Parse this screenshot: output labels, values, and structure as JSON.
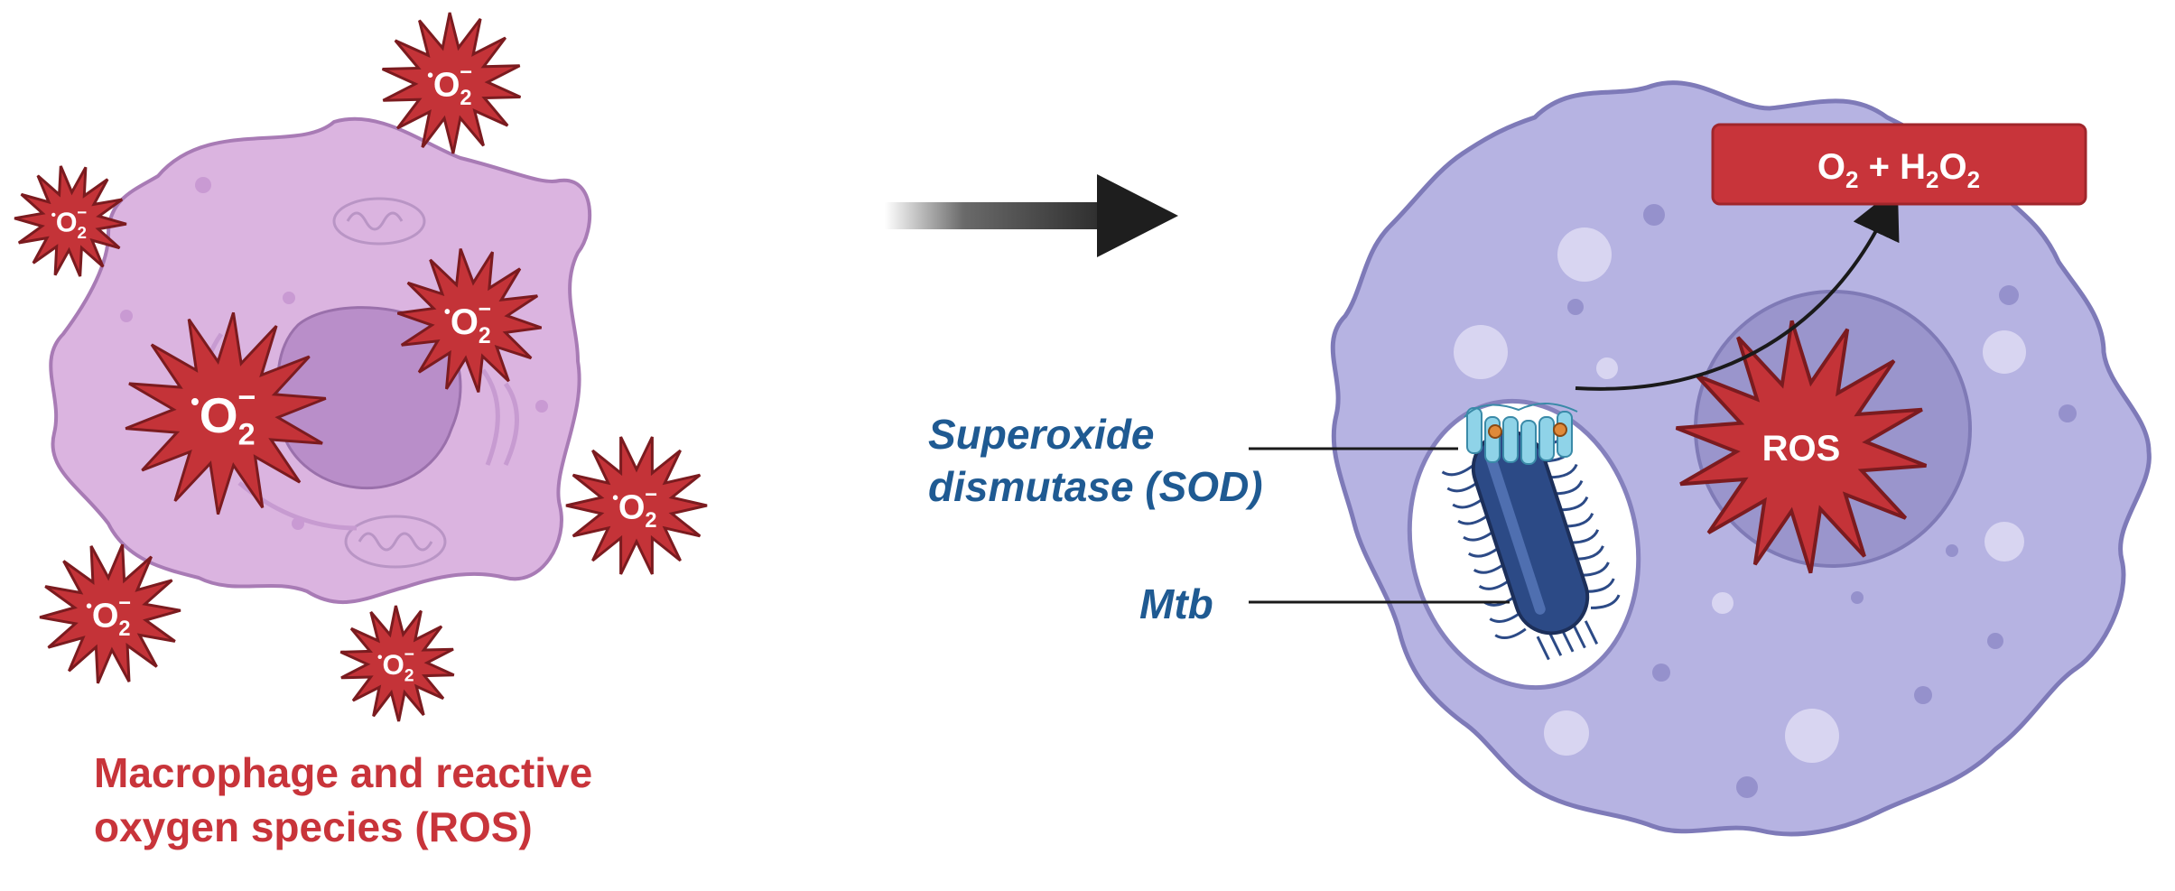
{
  "superoxide_symbol": {
    "radical_dot": "•",
    "element": "O",
    "subscript": "2",
    "charge": "−"
  },
  "labels": {
    "caption_line1": "Macrophage and reactive",
    "caption_line2": "oxygen species (ROS)",
    "sod_line1": "Superoxide",
    "sod_line2": "dismutase (SOD)",
    "mtb": "Mtb",
    "ros": "ROS",
    "product": {
      "o": "O",
      "sub2": "2",
      "plus": " + H",
      "sub2b": "2",
      "o2": "O",
      "sub2c": "2"
    }
  },
  "colors": {
    "left_cell": "#dbb4e0",
    "left_nucleus": "#b98ec9",
    "right_cell": "#b6b3e2",
    "right_nucleus": "#9a95cc",
    "burst": "#c43338",
    "burst_edge": "#7b1b1f",
    "product_box": "#c8343a",
    "label_blue": "#1f5a92",
    "caption_red": "#c8343a",
    "bacterium": "#2c4a86"
  }
}
